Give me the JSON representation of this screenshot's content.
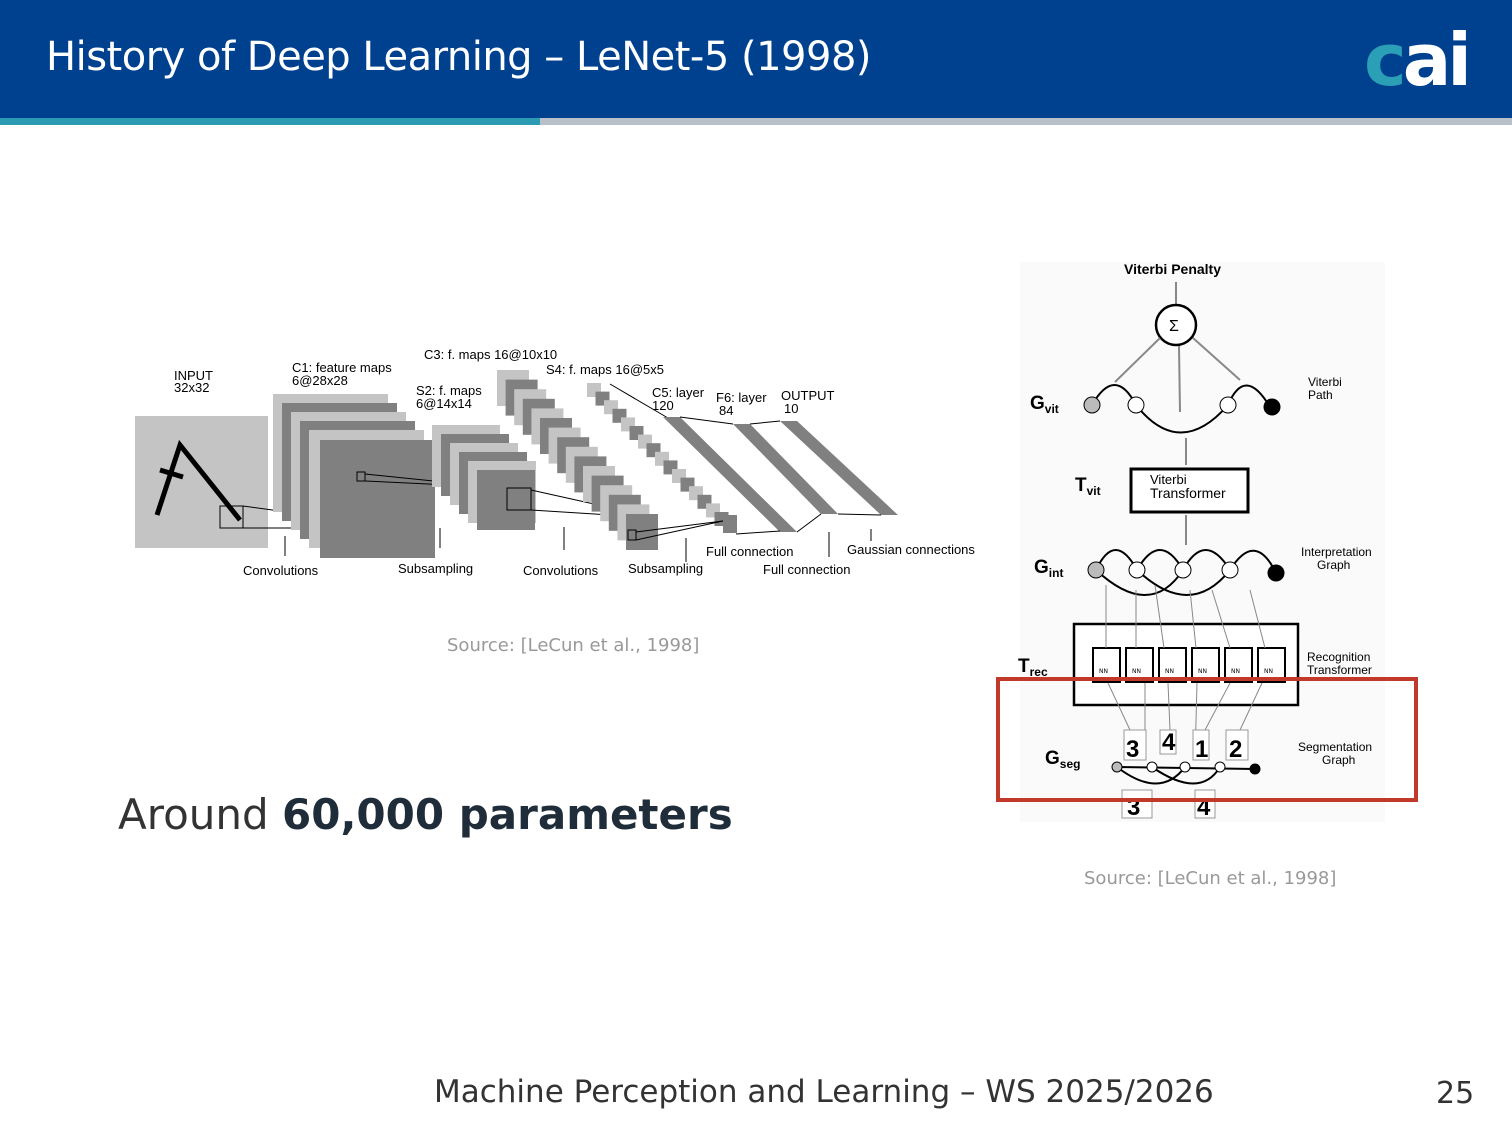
{
  "header": {
    "title": "History of Deep Learning – LeNet-5 (1998)",
    "logo_text": "cai"
  },
  "lenet": {
    "labels": {
      "input": [
        "INPUT",
        "32x32"
      ],
      "c1": [
        "C1: feature maps",
        "6@28x28"
      ],
      "s2": [
        "S2: f. maps",
        "6@14x14"
      ],
      "c3": "C3: f. maps 16@10x10",
      "s4": "S4: f. maps 16@5x5",
      "c5": [
        "C5: layer",
        "120"
      ],
      "f6": [
        "F6: layer",
        "84"
      ],
      "output": [
        "OUTPUT",
        "10"
      ]
    },
    "ops": [
      "Convolutions",
      "Subsampling",
      "Convolutions",
      "Subsampling",
      "Full connection",
      "Full connection",
      "Gaussian connections"
    ],
    "source": "Source: [LeCun et al., 1998]"
  },
  "gtn": {
    "title": "Viterbi Penalty",
    "sigma": "Σ",
    "g_vit": [
      "G",
      "vit"
    ],
    "t_vit": [
      "T",
      "vit"
    ],
    "g_int": [
      "G",
      "int"
    ],
    "t_rec": [
      "T",
      "rec"
    ],
    "g_seg": [
      "G",
      "seg"
    ],
    "viterbi_path": [
      "Viterbi",
      "Path"
    ],
    "viterbi_transformer": [
      "Viterbi",
      "Transformer"
    ],
    "interpretation_graph": [
      "Interpretation",
      "Graph"
    ],
    "recognition_transformer": [
      "Recognition",
      "Transformer"
    ],
    "segmentation_graph": [
      "Segmentation",
      "Graph"
    ],
    "nn_label": "NN",
    "digits": [
      "3",
      "4",
      "1",
      "2",
      "3",
      "4"
    ],
    "source": "Source: [LeCun et al., 1998]",
    "highlight_color": "#c0392b"
  },
  "body": {
    "params_prefix": "Around ",
    "params_bold": "60,000 parameters"
  },
  "footer": {
    "course": "Machine Perception and Learning – WS 2025/2026",
    "page_number": "25"
  }
}
